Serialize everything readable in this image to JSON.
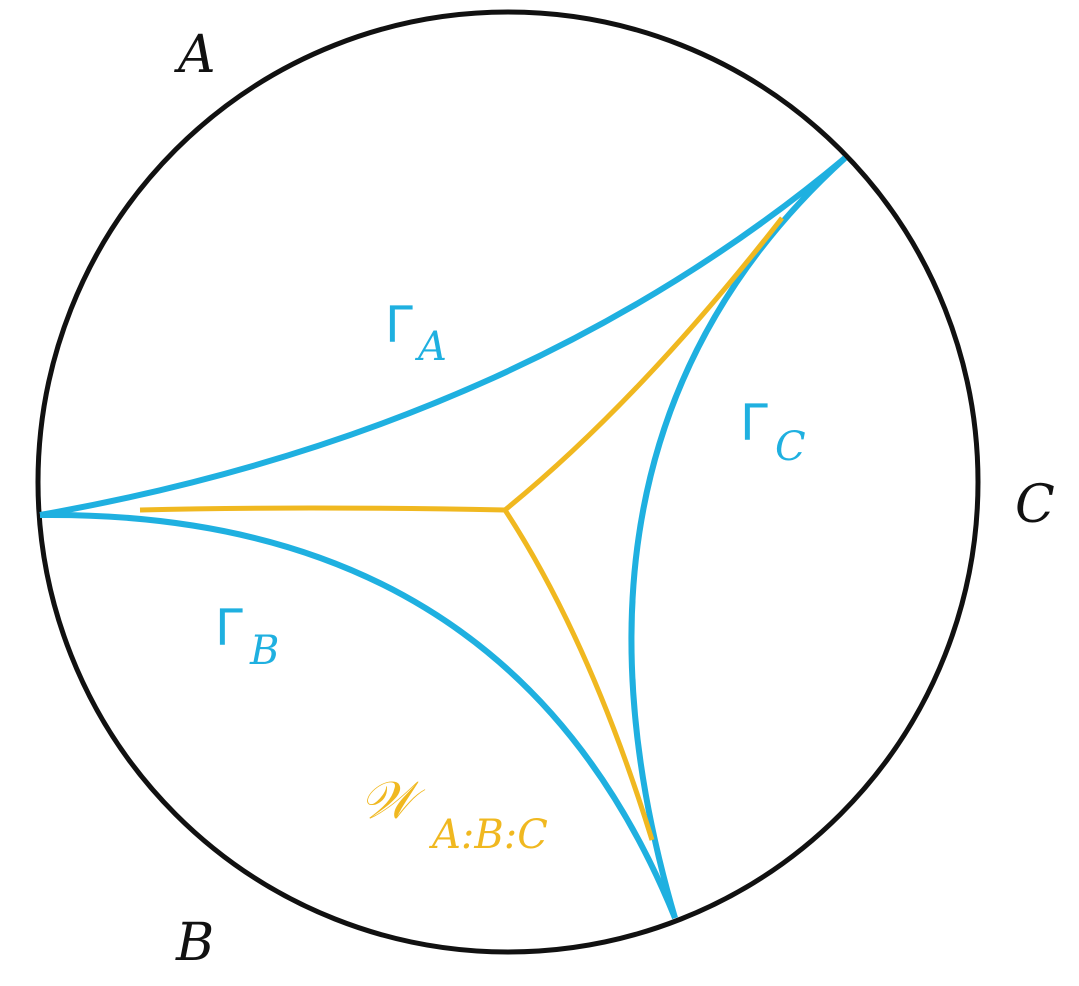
{
  "diagram": {
    "colors": {
      "boundary": "#111111",
      "geodesic": "#1fb0e0",
      "web": "#f0b820",
      "text": "#111111"
    },
    "region_labels": {
      "a": "A",
      "b": "B",
      "c": "C"
    },
    "geodesic_labels": {
      "gamma_a": {
        "symbol": "Γ",
        "subscript": "A"
      },
      "gamma_b": {
        "symbol": "Γ",
        "subscript": "B"
      },
      "gamma_c": {
        "symbol": "Γ",
        "subscript": "C"
      }
    },
    "web_label": {
      "symbol": "𝒲",
      "subscript": "A:B:C"
    }
  }
}
